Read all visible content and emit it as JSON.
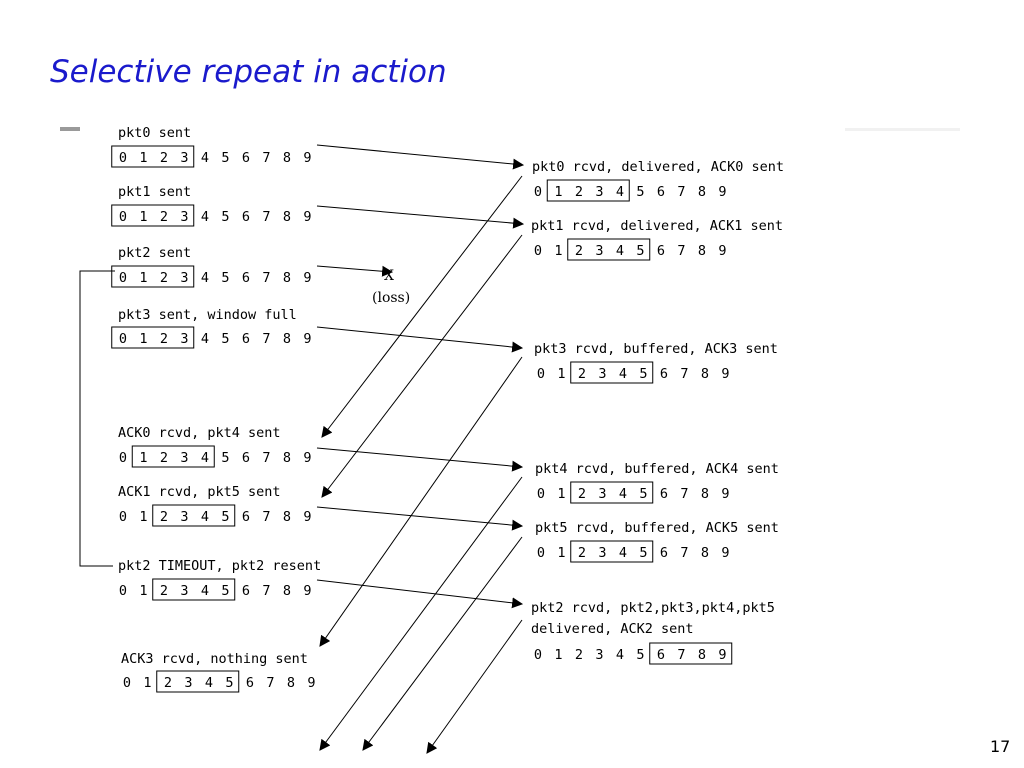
{
  "title": "Selective repeat in action",
  "page_number": "17",
  "seq_numbers": [
    "0",
    "1",
    "2",
    "3",
    "4",
    "5",
    "6",
    "7",
    "8",
    "9"
  ],
  "loss_mark": "X",
  "loss_label": "(loss)",
  "sender_events": [
    {
      "label": "pkt0 sent",
      "window": [
        0,
        3
      ]
    },
    {
      "label": "pkt1 sent",
      "window": [
        0,
        3
      ]
    },
    {
      "label": "pkt2 sent",
      "window": [
        0,
        3
      ]
    },
    {
      "label": "pkt3 sent, window full",
      "window": [
        0,
        3
      ]
    },
    {
      "label": "ACK0 rcvd, pkt4 sent",
      "window": [
        1,
        4
      ]
    },
    {
      "label": "ACK1 rcvd, pkt5 sent",
      "window": [
        2,
        5
      ]
    },
    {
      "label": "pkt2 TIMEOUT, pkt2 resent",
      "window": [
        2,
        5
      ]
    },
    {
      "label": "ACK3 rcvd, nothing sent",
      "window": [
        2,
        5
      ]
    }
  ],
  "receiver_events": [
    {
      "label": "pkt0 rcvd, delivered, ACK0 sent",
      "window": [
        1,
        4
      ]
    },
    {
      "label": "pkt1 rcvd, delivered, ACK1 sent",
      "window": [
        2,
        5
      ]
    },
    {
      "label": "pkt3 rcvd, buffered, ACK3 sent",
      "window": [
        2,
        5
      ]
    },
    {
      "label": "pkt4 rcvd, buffered, ACK4 sent",
      "window": [
        2,
        5
      ]
    },
    {
      "label": "pkt5 rcvd, buffered, ACK5 sent",
      "window": [
        2,
        5
      ]
    },
    {
      "label": "pkt2 rcvd, pkt2,pkt3,pkt4,pkt5",
      "label2": "delivered, ACK2 sent",
      "window": [
        6,
        9
      ]
    }
  ]
}
